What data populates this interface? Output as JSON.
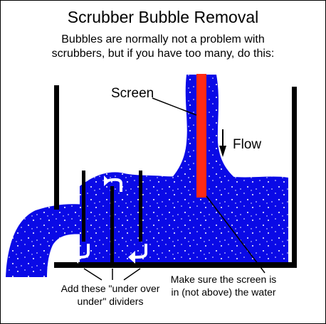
{
  "title": "Scrubber Bubble Removal",
  "subtitle": [
    "Bubbles are normally not a problem with",
    "scrubbers, but if you have too many, do this:"
  ],
  "labels": {
    "screen": "Screen",
    "flow": "Flow",
    "note": [
      "Make sure the screen is",
      "in (not above) the water"
    ],
    "dividers": [
      "Add these \"under over",
      "under\" dividers"
    ]
  },
  "colors": {
    "water": "#0a0ae6",
    "screen": "#ff2a14",
    "outline": "#000000",
    "arrow": "#ffffff"
  }
}
